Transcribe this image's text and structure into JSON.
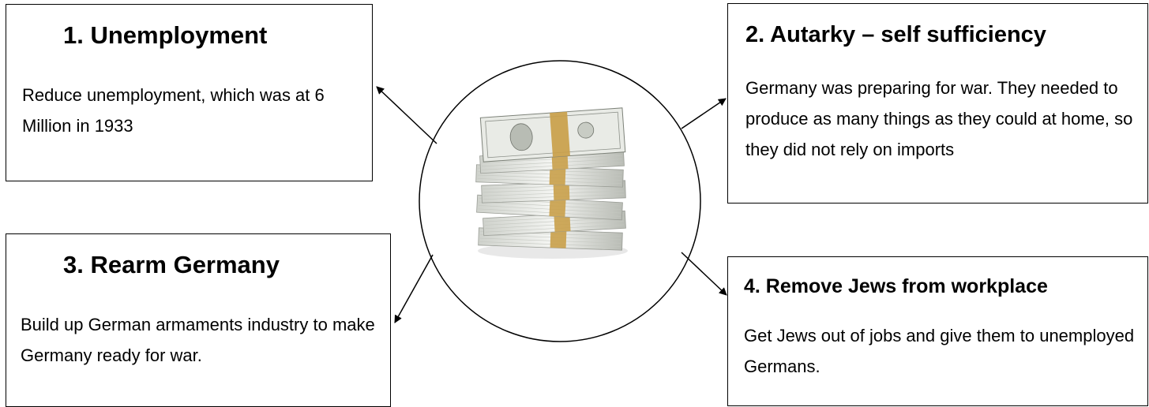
{
  "center_image": {
    "icon": "money-stack-icon",
    "band_color": "#c9a04a",
    "note_color": "#e9ebe6"
  },
  "boxes": [
    {
      "title": "1.  Unemployment",
      "text": "Reduce unemployment, which was at 6 Million in 1933"
    },
    {
      "title": "2. Autarky – self sufficiency",
      "text": "Germany was preparing for war. They needed to produce as many things as they could at home, so they did not rely on imports"
    },
    {
      "title": "3.  Rearm Germany",
      "text": "Build up German armaments industry to make Germany ready for war."
    },
    {
      "title": "4. Remove Jews from workplace",
      "text": "Get Jews out of jobs and give them to unemployed Germans."
    }
  ]
}
